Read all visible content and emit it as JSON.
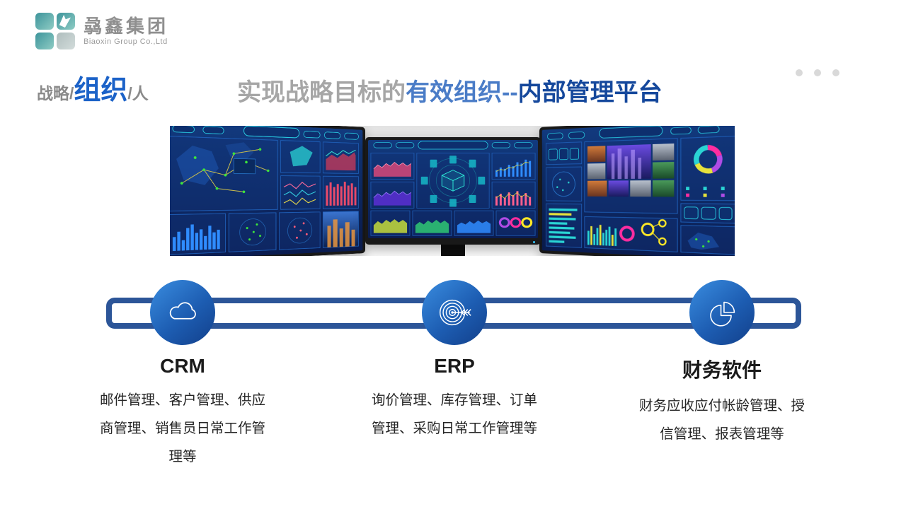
{
  "logo": {
    "company_zh": "骉鑫集团",
    "company_en": "Biaoxin Group Co.,Ltd"
  },
  "breadcrumb": {
    "prefix": "战略/",
    "highlight": "组织",
    "suffix": "/人"
  },
  "title": {
    "part_gray": "实现战略目标的",
    "part_light_blue": "有效组织--",
    "part_dark_blue": "内部管理平台"
  },
  "sections": [
    {
      "id": "crm",
      "icon": "cloud-icon",
      "title": "CRM",
      "description": "邮件管理、客户管理、供应商管理、销售员日常工作管理等"
    },
    {
      "id": "erp",
      "icon": "target-arrow-icon",
      "title": "ERP",
      "description": "询价管理、库存管理、订单管理、采购日常工作管理等"
    },
    {
      "id": "finance",
      "icon": "pie-chart-icon",
      "title": "财务软件",
      "description": "财务应收应付帐龄管理、授信管理、报表管理等"
    }
  ],
  "colors": {
    "highlight_blue": "#1b62c8",
    "title_gray": "#a6a6a6",
    "title_light_blue": "#4a7cc7",
    "title_dark_blue": "#15489c",
    "connector_blue": "#2c5598",
    "node_gradient_start": "#3a8de0",
    "node_gradient_end": "#123f8a"
  }
}
